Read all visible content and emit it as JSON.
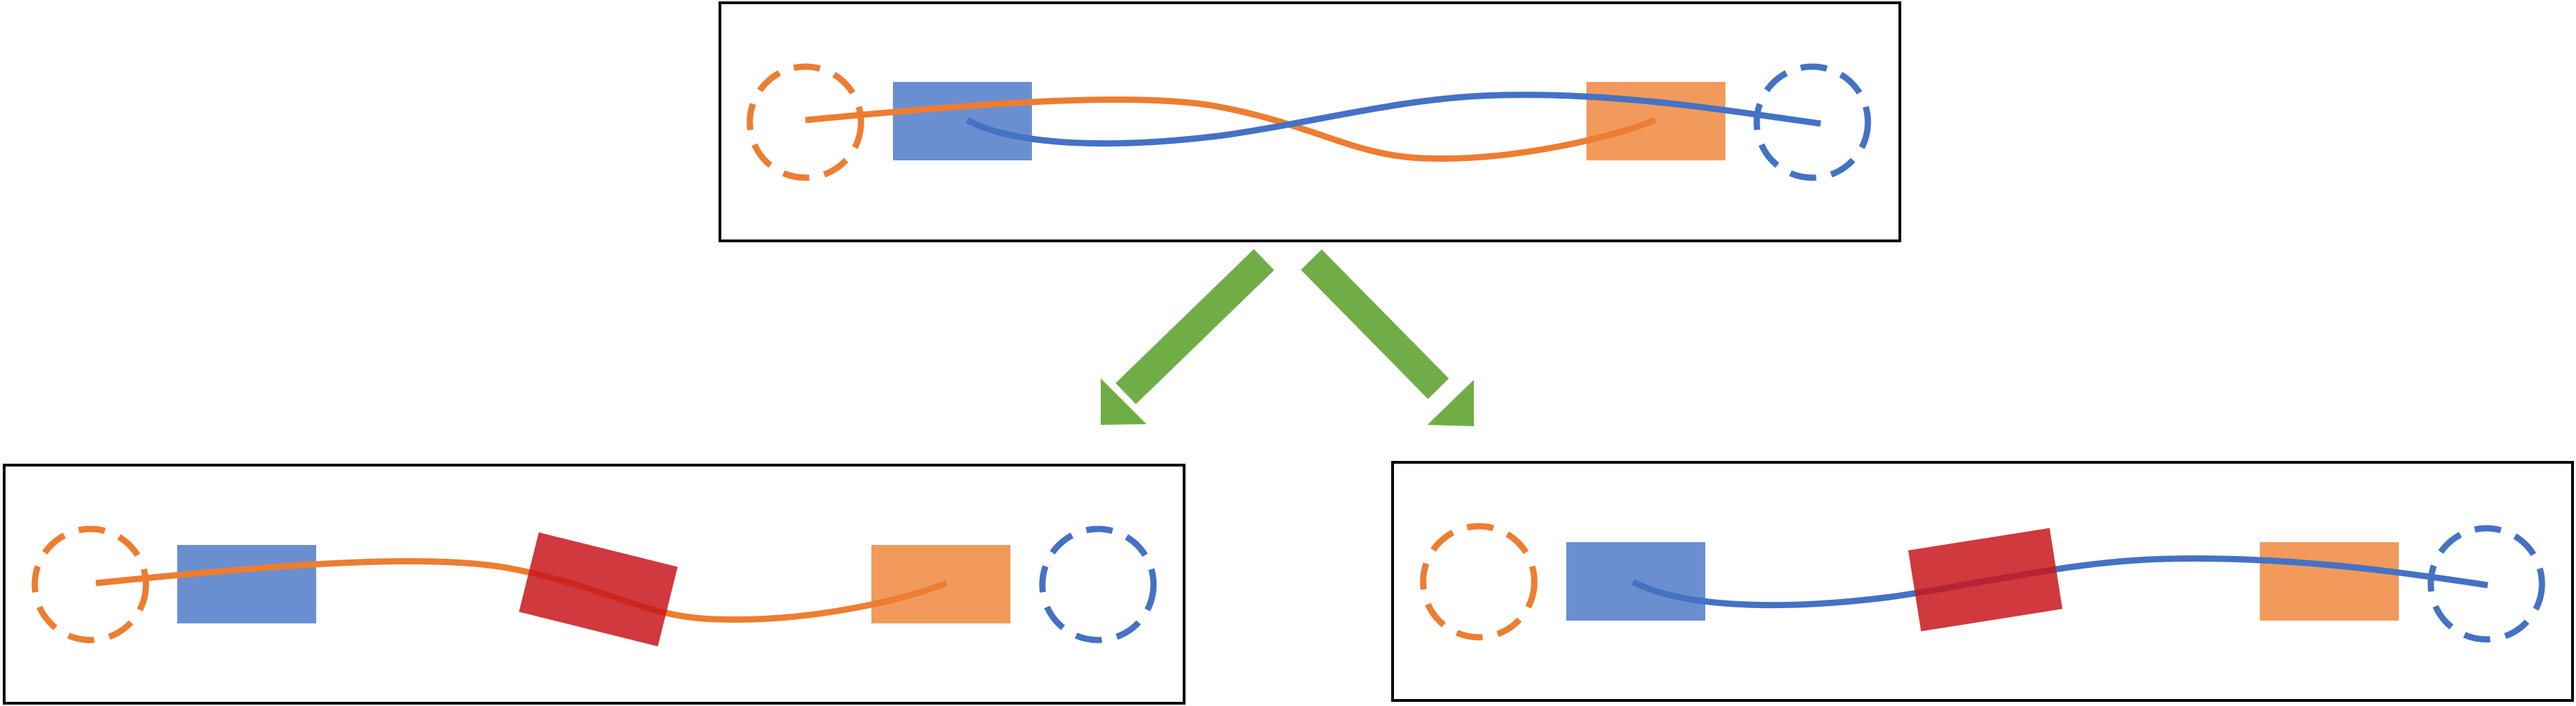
{
  "colors": {
    "orange": "#ED7D31",
    "orange_fill": "#F19A5C",
    "blue": "#4472C4",
    "blue_fill": "#6A8FD0",
    "red_fill": "#C8161B",
    "arrow": "#70AD47",
    "frame": "#000000"
  },
  "panels": [
    {
      "id": "top",
      "description_icons": [
        "orange-dashed-circle",
        "blue-rect",
        "orange-path",
        "blue-path",
        "orange-rect",
        "blue-dashed-circle"
      ]
    },
    {
      "id": "bottom-left",
      "description_icons": [
        "orange-dashed-circle",
        "blue-rect",
        "orange-path",
        "red-obstacle",
        "orange-rect",
        "blue-dashed-circle"
      ]
    },
    {
      "id": "bottom-right",
      "description_icons": [
        "orange-dashed-circle",
        "blue-rect",
        "blue-path",
        "red-obstacle",
        "orange-rect",
        "blue-dashed-circle"
      ]
    }
  ]
}
